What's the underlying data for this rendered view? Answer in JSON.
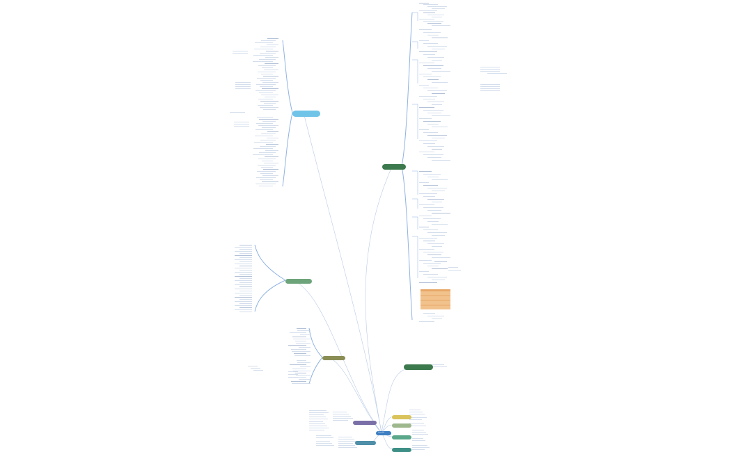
{
  "map": {
    "center": {
      "label": "Hemofilia",
      "color": "#3d7fc2"
    },
    "branch_colors": {
      "top_right": "#3c7a4d",
      "top_left": "#6fc4e8",
      "mid_left": "#6da47a",
      "olive": "#8a8e55",
      "green_long": "#3c7a4d",
      "yellow": "#d9c35a",
      "sage": "#9fb78d",
      "sea": "#5aa78a",
      "teal": "#3e8f86",
      "purple": "#7a6fa6",
      "steel": "#4f8fa8"
    },
    "main_nodes": [
      {
        "id": "top_right",
        "label": ""
      },
      {
        "id": "top_left",
        "label": ""
      },
      {
        "id": "mid_left",
        "label": ""
      },
      {
        "id": "olive",
        "label": ""
      },
      {
        "id": "green_long",
        "label": ""
      },
      {
        "id": "yellow",
        "label": ""
      },
      {
        "id": "sage",
        "label": ""
      },
      {
        "id": "sea",
        "label": ""
      },
      {
        "id": "teal",
        "label": ""
      },
      {
        "id": "purple",
        "label": ""
      },
      {
        "id": "steel",
        "label": ""
      }
    ]
  }
}
